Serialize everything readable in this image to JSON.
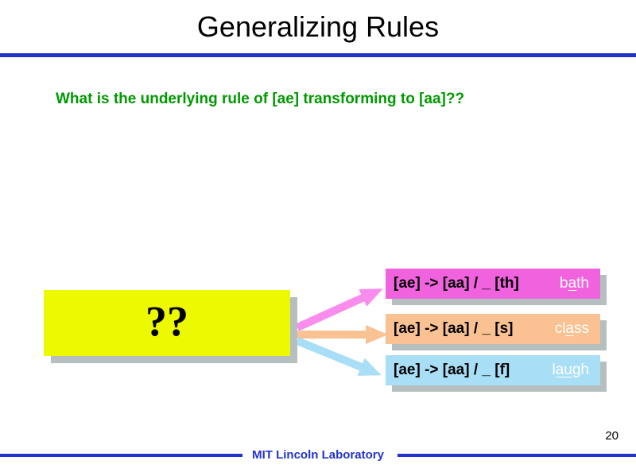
{
  "slide": {
    "title": "Generalizing Rules",
    "question": "What is the underlying rule of [ae] transforming to [aa]??",
    "mystery_label": "??",
    "page_number": "20",
    "footer_label": "MIT Lincoln Laboratory"
  },
  "rules": [
    {
      "formula": "[ae] -> [aa] / _ [th]",
      "example_pre": "b",
      "example_underlined": "a",
      "example_post": "th",
      "box_color": "#F163DE",
      "arrow_color": "#F98CEC"
    },
    {
      "formula": "[ae] -> [aa] / _ [s]",
      "example_pre": "cl",
      "example_underlined": "a",
      "example_post": "ss",
      "box_color": "#FAC192",
      "arrow_color": "#FAC192"
    },
    {
      "formula": "[ae] -> [aa] / _ [f]",
      "example_pre": "l",
      "example_underlined": "au",
      "example_post": "gh",
      "box_color": "#A8DEF6",
      "arrow_color": "#A8DEF6"
    }
  ],
  "colors": {
    "accent_line_blue": "#2233CC",
    "question_green": "#009A00",
    "mystery_box_yellow": "#EDF900",
    "shadow_gray": "#B6BFBF"
  }
}
